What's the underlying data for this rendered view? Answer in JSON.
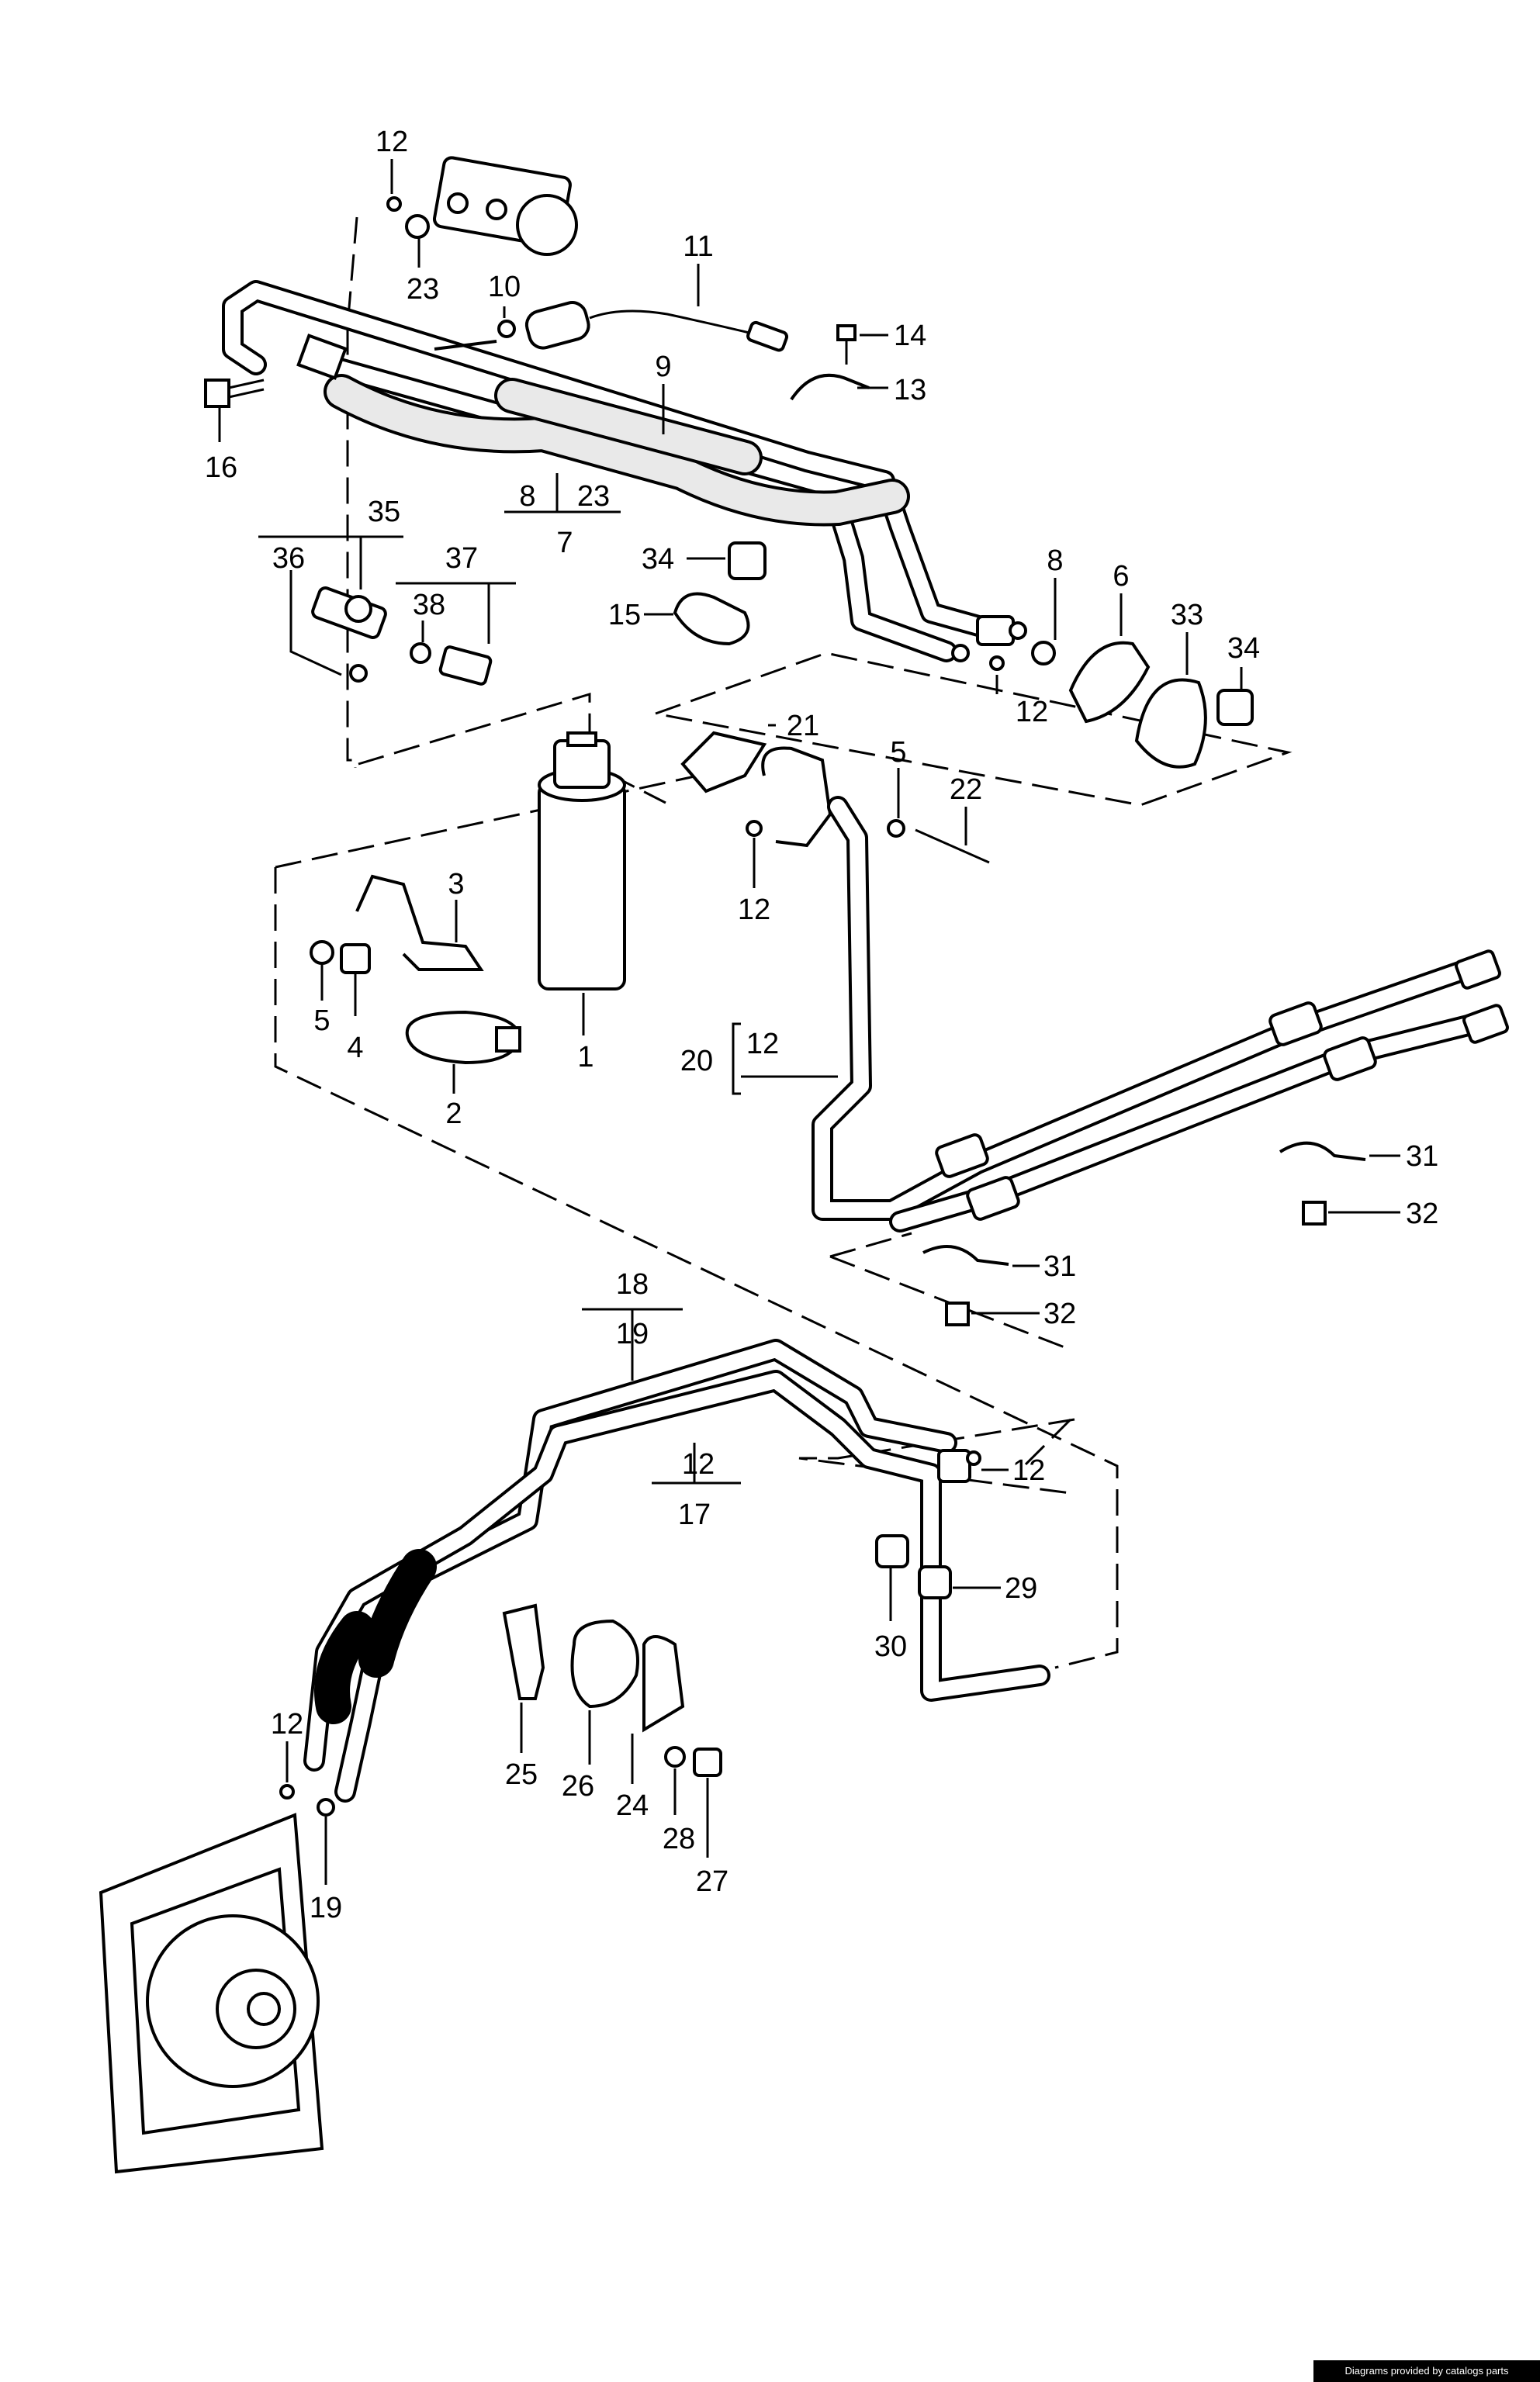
{
  "callouts": [
    {
      "id": "c1",
      "text": "12"
    },
    {
      "id": "c2",
      "text": "23"
    },
    {
      "id": "c3",
      "text": "10"
    },
    {
      "id": "c4",
      "text": "11"
    },
    {
      "id": "c5",
      "text": "14"
    },
    {
      "id": "c6",
      "text": "13"
    },
    {
      "id": "c7",
      "text": "9"
    },
    {
      "id": "c8",
      "text": "16"
    },
    {
      "id": "c9",
      "text": "8"
    },
    {
      "id": "c10",
      "text": "23"
    },
    {
      "id": "c11",
      "text": "7"
    },
    {
      "id": "c12",
      "text": "35"
    },
    {
      "id": "c13",
      "text": "36"
    },
    {
      "id": "c14",
      "text": "37"
    },
    {
      "id": "c15",
      "text": "38"
    },
    {
      "id": "c16",
      "text": "34"
    },
    {
      "id": "c17",
      "text": "15"
    },
    {
      "id": "c18",
      "text": "8"
    },
    {
      "id": "c19",
      "text": "6"
    },
    {
      "id": "c20",
      "text": "33"
    },
    {
      "id": "c21",
      "text": "34"
    },
    {
      "id": "c22",
      "text": "12"
    },
    {
      "id": "c23",
      "text": "21"
    },
    {
      "id": "c24",
      "text": "5"
    },
    {
      "id": "c25",
      "text": "22"
    },
    {
      "id": "c26",
      "text": "12"
    },
    {
      "id": "c27",
      "text": "3"
    },
    {
      "id": "c28",
      "text": "5"
    },
    {
      "id": "c29",
      "text": "4"
    },
    {
      "id": "c30",
      "text": "1"
    },
    {
      "id": "c31",
      "text": "2"
    },
    {
      "id": "c32",
      "text": "20"
    },
    {
      "id": "c33",
      "text": "12"
    },
    {
      "id": "c34",
      "text": "31"
    },
    {
      "id": "c35",
      "text": "32"
    },
    {
      "id": "c36",
      "text": "31"
    },
    {
      "id": "c37",
      "text": "32"
    },
    {
      "id": "c38",
      "text": "18"
    },
    {
      "id": "c39",
      "text": "19"
    },
    {
      "id": "c40",
      "text": "12"
    },
    {
      "id": "c41",
      "text": "17"
    },
    {
      "id": "c42",
      "text": "12"
    },
    {
      "id": "c43",
      "text": "29"
    },
    {
      "id": "c44",
      "text": "30"
    },
    {
      "id": "c45",
      "text": "12"
    },
    {
      "id": "c46",
      "text": "19"
    },
    {
      "id": "c47",
      "text": "25"
    },
    {
      "id": "c48",
      "text": "26"
    },
    {
      "id": "c49",
      "text": "24"
    },
    {
      "id": "c50",
      "text": "28"
    },
    {
      "id": "c51",
      "text": "27"
    }
  ],
  "footer": {
    "credit": "Diagrams provided by catalogs parts"
  }
}
